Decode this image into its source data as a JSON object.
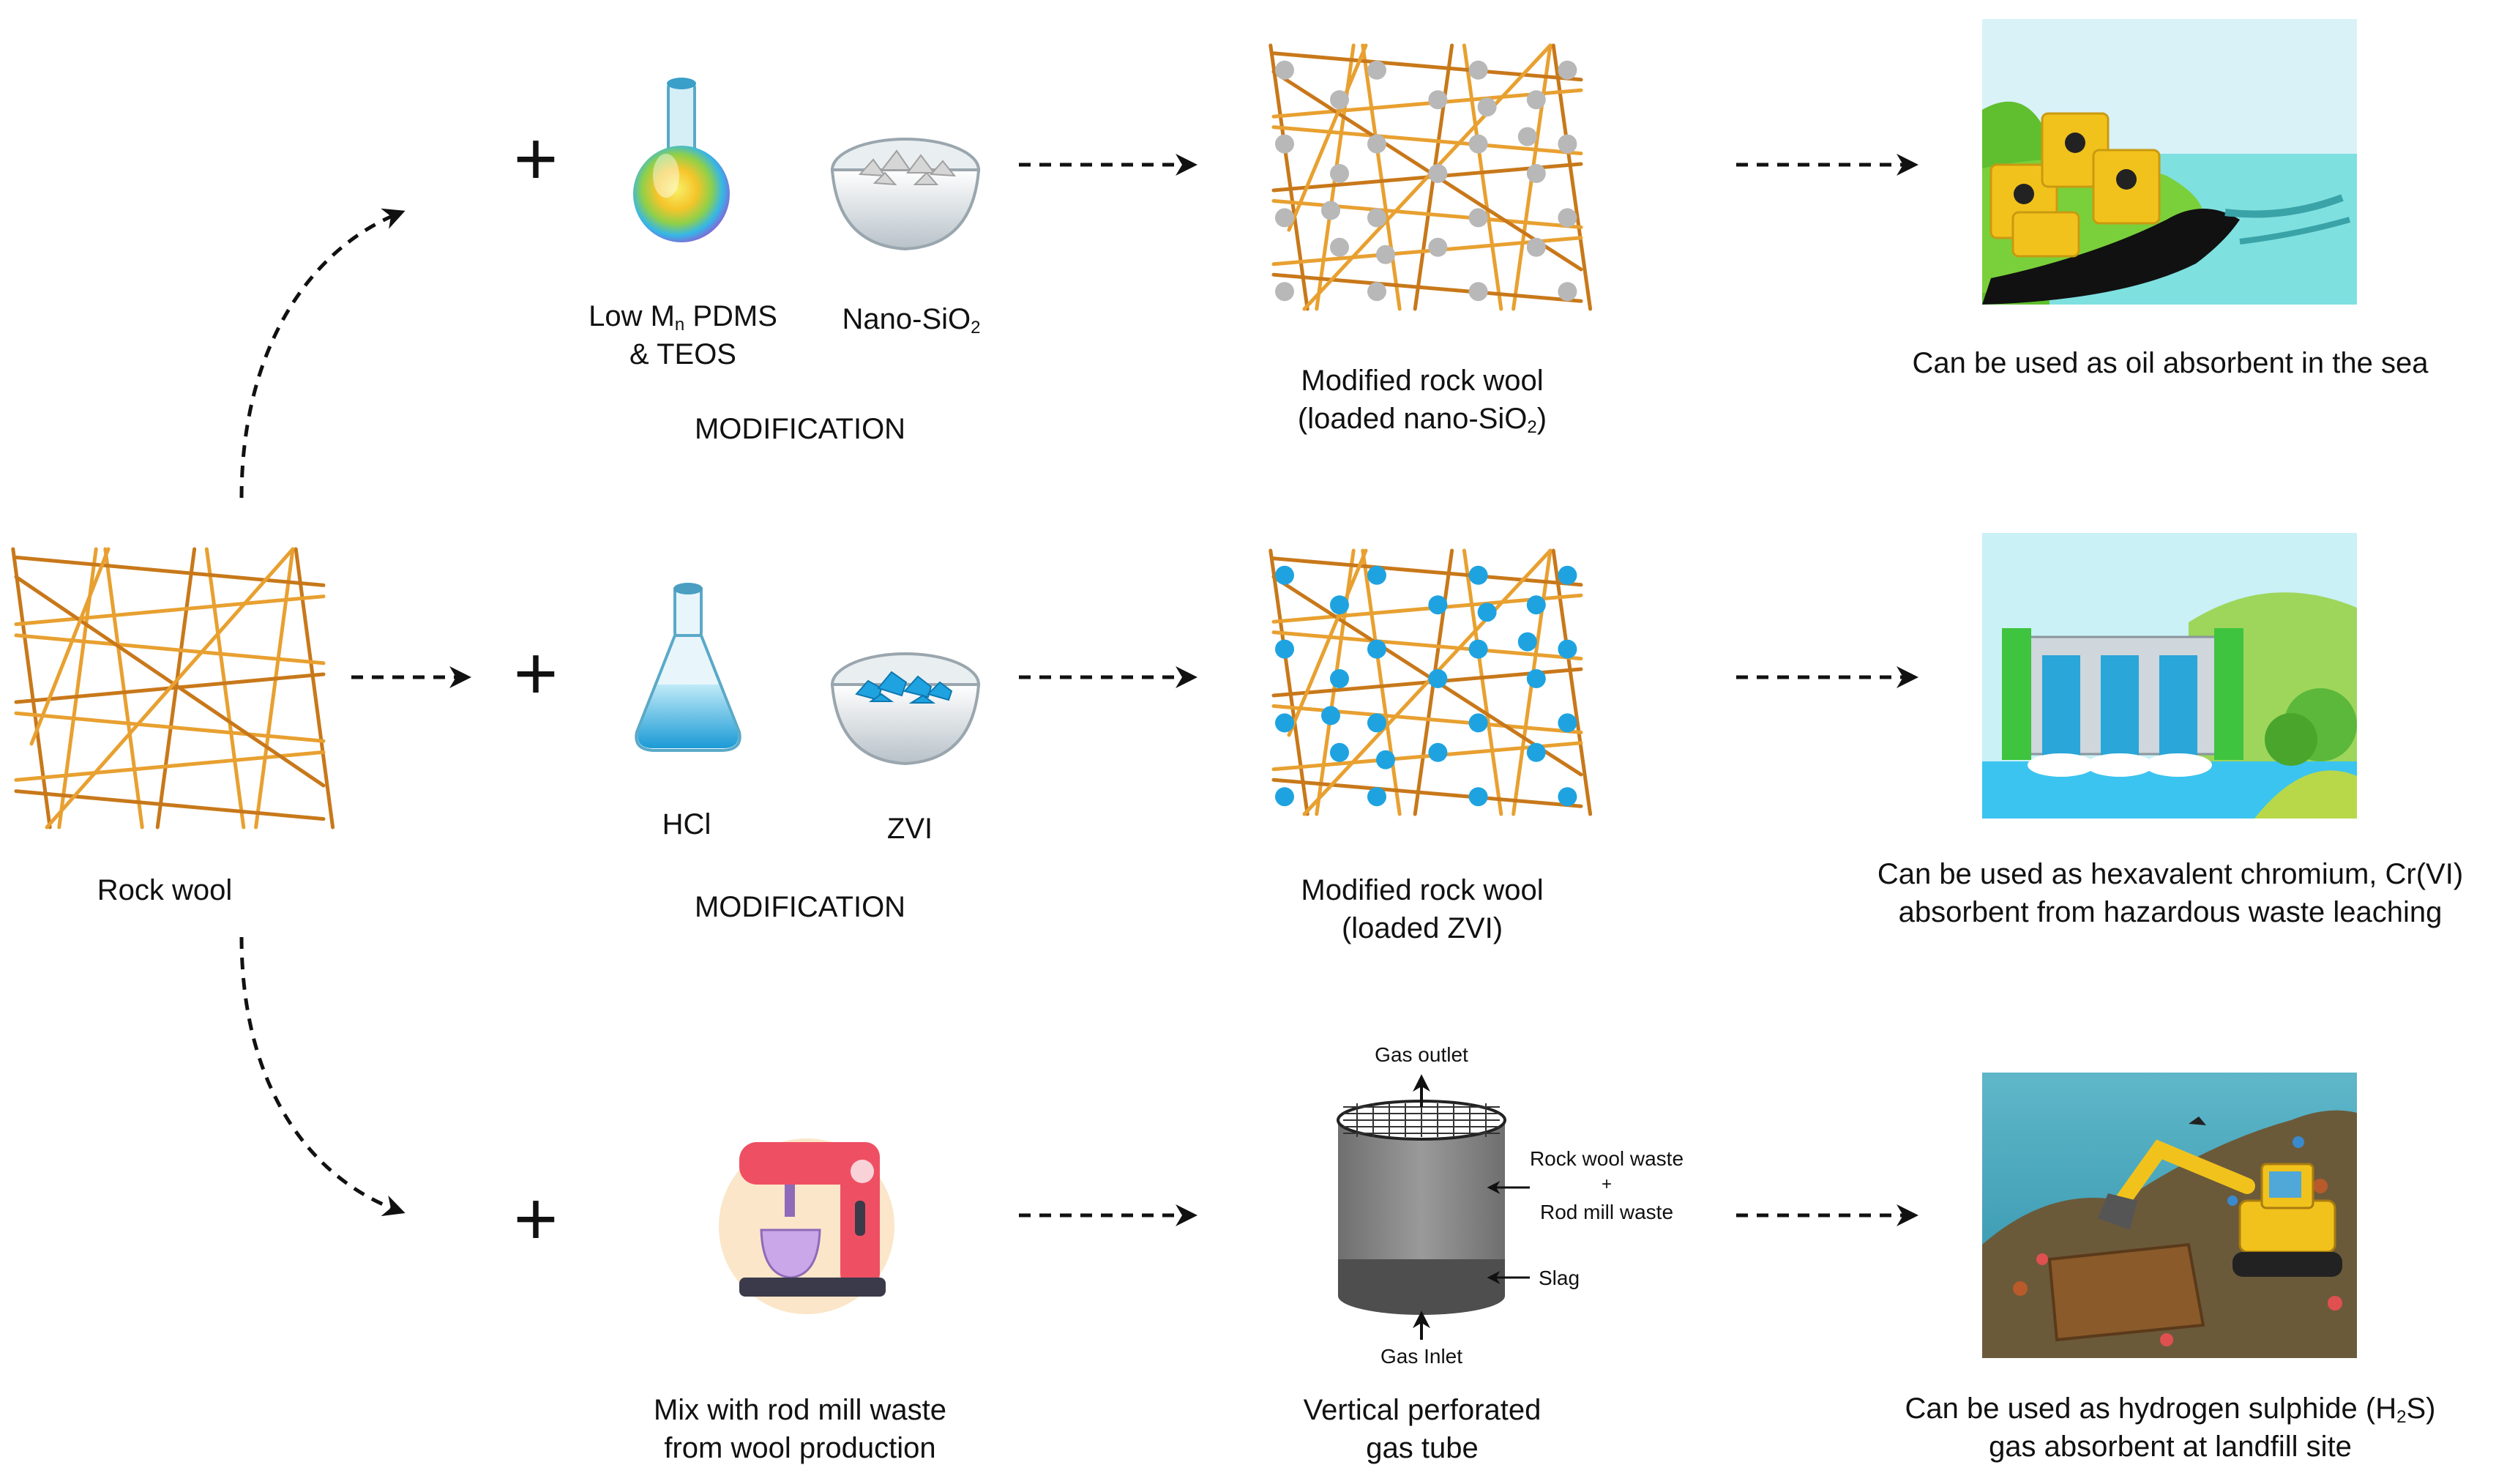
{
  "rock_wool": {
    "label": "Rock wool"
  },
  "top_row": {
    "reagent1": {
      "line1_pre": "Low M",
      "line1_sub": "n",
      "line1_post": " PDMS",
      "line2": "& TEOS"
    },
    "reagent2": {
      "pre": "Nano-SiO",
      "sub": "2"
    },
    "step_label": "MODIFICATION",
    "product": {
      "line1": "Modified rock wool",
      "line2_pre": "(loaded nano-SiO",
      "line2_sub": "2",
      "line2_post": ")"
    },
    "application": {
      "text": "Can be used as oil absorbent in the sea"
    }
  },
  "middle_row": {
    "reagent1": {
      "label": "HCl"
    },
    "reagent2": {
      "label": "ZVI"
    },
    "step_label": "MODIFICATION",
    "product": {
      "line1": "Modified rock wool",
      "line2": "(loaded ZVI)"
    },
    "application": {
      "line1": "Can be used as hexavalent chromium, Cr(VI)",
      "line2": "absorbent from hazardous waste leaching"
    }
  },
  "bottom_row": {
    "process": {
      "line1": "Mix with rod mill waste",
      "line2": "from wool production"
    },
    "product": {
      "line1": "Vertical perforated",
      "line2": "gas tube"
    },
    "tube": {
      "gas_outlet": "Gas outlet",
      "gas_inlet": "Gas Inlet",
      "rock_wool_waste": "Rock wool waste",
      "plus": "+",
      "rod_mill_waste": "Rod mill waste",
      "slag": "Slag"
    },
    "application": {
      "line1_pre": "Can be used as hydrogen sulphide (H",
      "line1_sub": "2",
      "line1_post": "S)",
      "line2": "gas absorbent at landfill site"
    }
  },
  "plus_sign": "+",
  "colors": {
    "fiber": "#e8a030",
    "fiber_dark": "#c8781a",
    "silica_bead": "#b8b8b8",
    "zvi_bead": "#1fa3e0",
    "sea": "#7fe0e0",
    "sky": "#cfeff7",
    "grass": "#7ad03a",
    "barrel": "#f2c21c",
    "oil": "#111111",
    "dam": "#cfd6dc",
    "water": "#3bc4ef",
    "mixer_red": "#ef4f63",
    "tube_gray": "#8a8a8a"
  }
}
